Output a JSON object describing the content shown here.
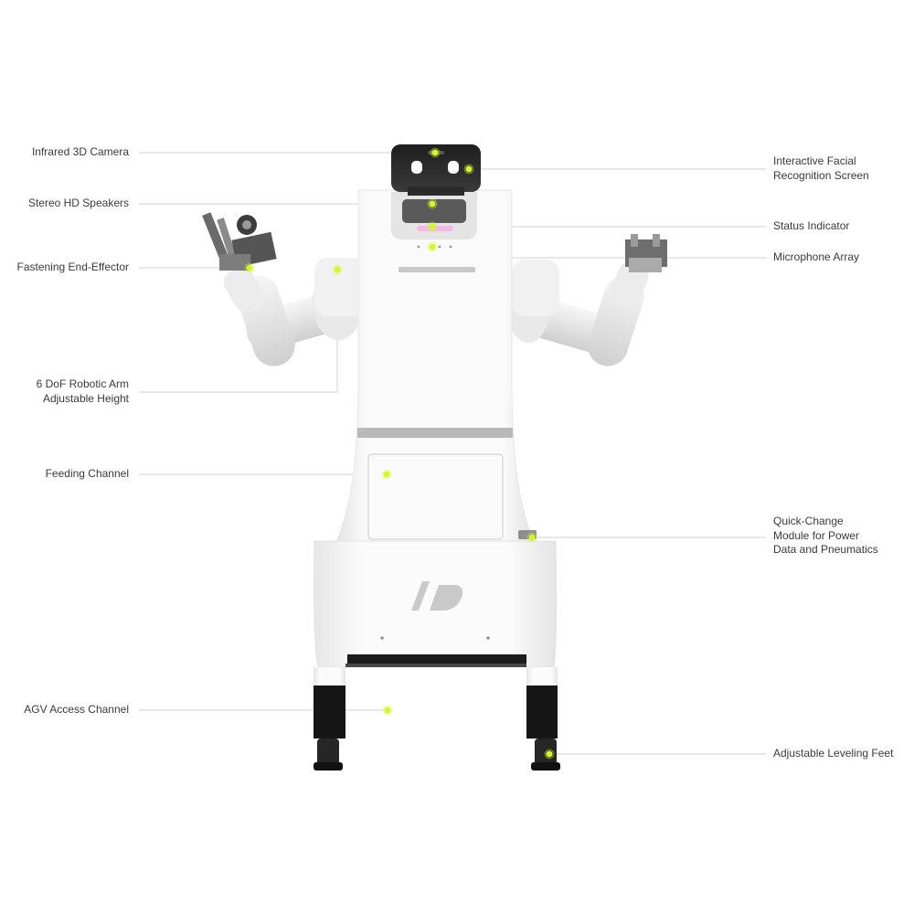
{
  "accent_color": "#d7f52a",
  "callouts_left": [
    {
      "id": "infrared-3d-camera",
      "lines": [
        "Infrared 3D Camera"
      ]
    },
    {
      "id": "stereo-hd-speakers",
      "lines": [
        "Stereo HD Speakers"
      ]
    },
    {
      "id": "fastening-end-effector",
      "lines": [
        "Fastening End-Effector"
      ]
    },
    {
      "id": "robotic-arm-adjustable-height",
      "lines": [
        "6 DoF Robotic Arm",
        "Adjustable Height"
      ]
    },
    {
      "id": "feeding-channel",
      "lines": [
        "Feeding Channel"
      ]
    },
    {
      "id": "agv-access-channel",
      "lines": [
        "AGV Access Channel"
      ]
    }
  ],
  "callouts_right": [
    {
      "id": "facial-recognition-screen",
      "lines": [
        "Interactive Facial",
        "Recognition Screen"
      ]
    },
    {
      "id": "status-indicator",
      "lines": [
        "Status Indicator"
      ]
    },
    {
      "id": "microphone-array",
      "lines": [
        "Microphone Array"
      ]
    },
    {
      "id": "quick-change-module",
      "lines": [
        "Quick-Change",
        "Module for Power",
        "Data and Pneumatics"
      ]
    },
    {
      "id": "adjustable-leveling-feet",
      "lines": [
        "Adjustable Leveling Feet"
      ]
    }
  ]
}
